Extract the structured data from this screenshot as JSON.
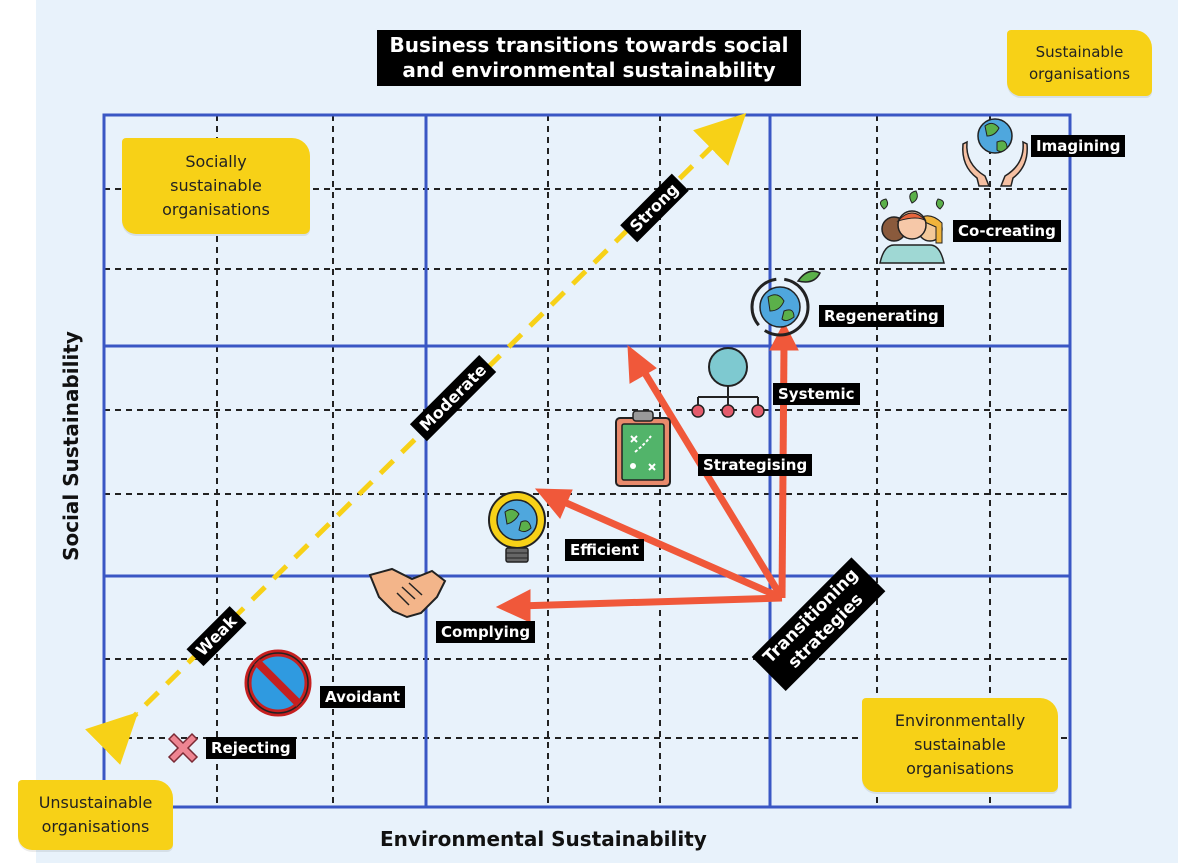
{
  "title": "Business transitions towards social\nand environmental sustainability",
  "axes": {
    "x_label": "Environmental Sustainability",
    "y_label": "Social Sustainability"
  },
  "quadrant_notes": {
    "sustainable": "Sustainable\norganisations",
    "socially": "Socially\nsustainable\norganisations",
    "environmentally": "Environmentally\nsustainable\norganisations",
    "unsustainable": "Unsustainable\norganisations"
  },
  "sustainability_levels": [
    "Weak",
    "Moderate",
    "Strong"
  ],
  "transitioning_strategies_label": "Transitioning\nstrategies",
  "positions": {
    "rejecting": "Rejecting",
    "avoidant": "Avoidant",
    "complying": "Complying",
    "efficient": "Efficient",
    "strategising": "Strategising",
    "systemic": "Systemic",
    "regenerating": "Regenerating",
    "co_creating": "Co-creating",
    "imagining": "Imagining"
  },
  "colors": {
    "background": "#e8f2fb",
    "grid_major": "#3a57c4",
    "grid_minor": "#222222",
    "diagonal_arrow": "#f7d117",
    "strategy_arrows": "#f0583a",
    "note_fill": "#f7d117"
  },
  "icons": {
    "rejecting": "x-mark-icon",
    "avoidant": "prohibited-icon",
    "complying": "handshake-icon",
    "efficient": "lightbulb-globe-icon",
    "strategising": "strategy-clipboard-icon",
    "systemic": "network-hierarchy-icon",
    "regenerating": "regenerating-globe-icon",
    "co_creating": "people-group-icon",
    "imagining": "hands-holding-globe-icon"
  }
}
